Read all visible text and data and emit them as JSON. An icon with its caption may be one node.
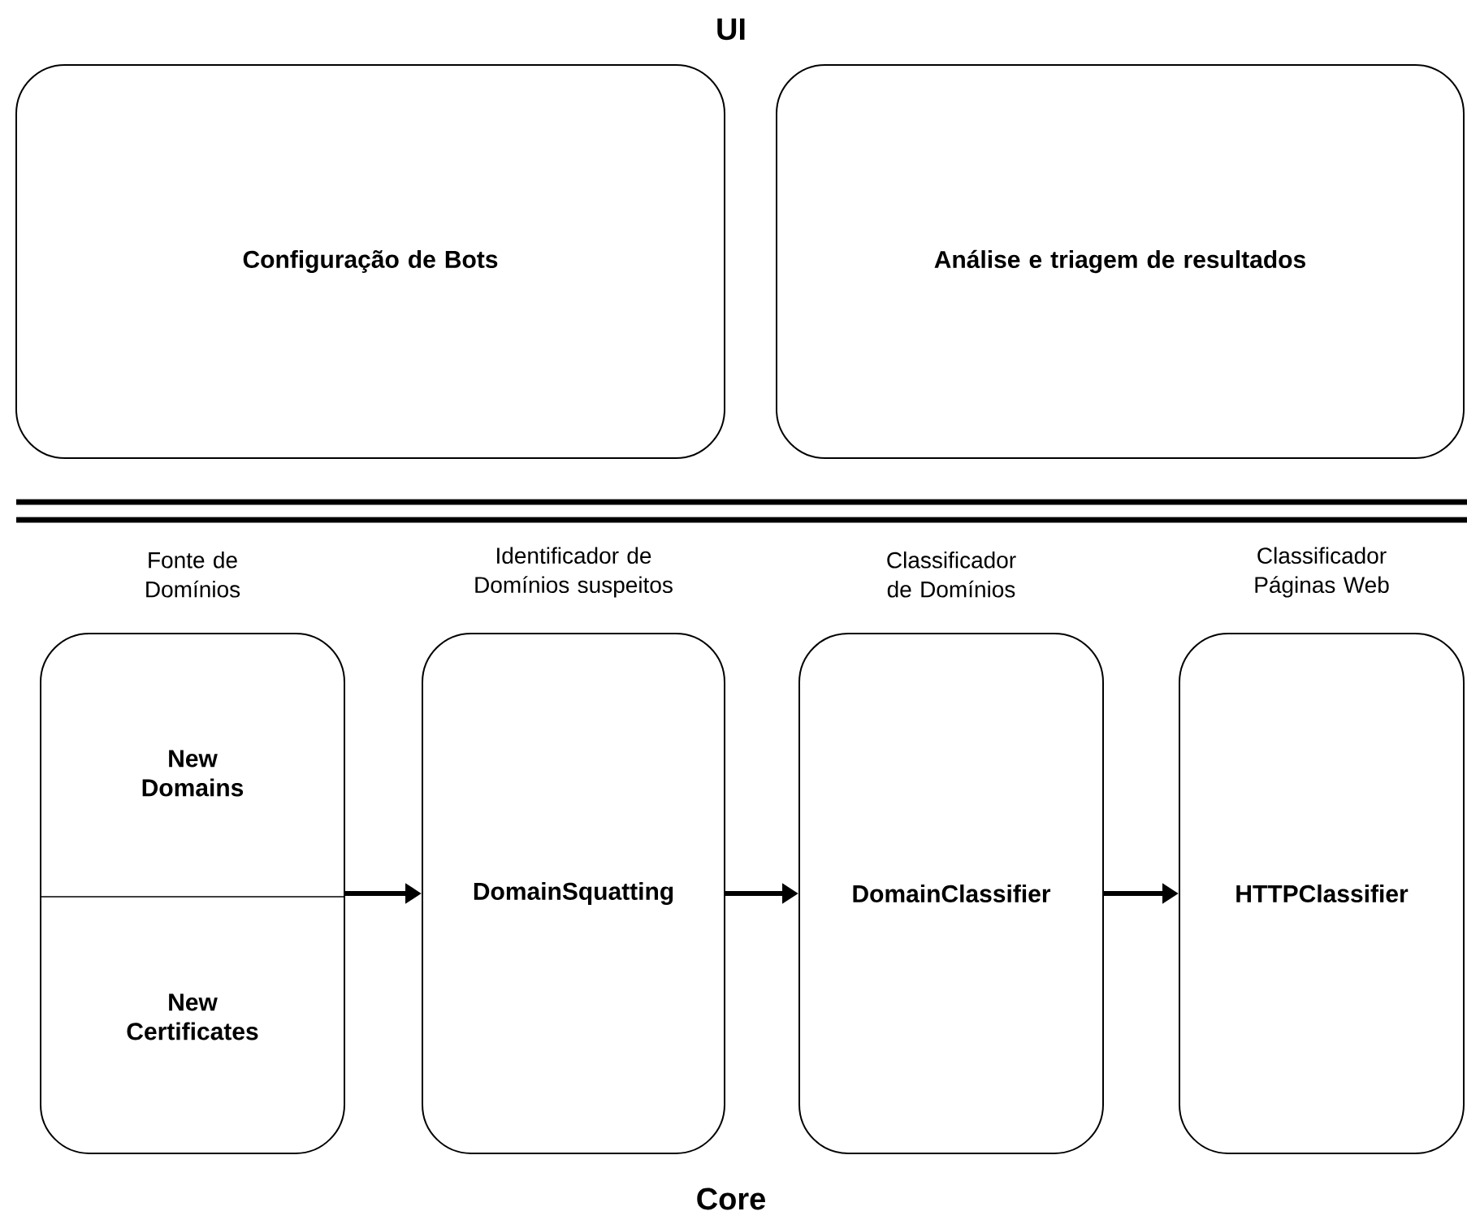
{
  "diagram": {
    "nodes": [
      {
        "text": [
          "Configuração de Bots"
        ]
      },
      {
        "text": [
          "Análise e triagem de resultados"
        ]
      },
      {
        "text": [],
        "shape": "box",
        "beside": [
          "Fonte de Domínios"
        ]
      },
      {
        "text": [
          "New Domains"
        ],
        "in": 2
      },
      {
        "text": [
          "New Certificates"
        ],
        "in": 2
      },
      {
        "text": [
          "DomainSquatting"
        ],
        "beside": [
          "Identificador de Domínios suspeitos"
        ]
      },
      {
        "text": [
          "DomainClassifier"
        ],
        "beside": [
          "Classificador de Domínios"
        ]
      },
      {
        "text": [
          "HTTPClassifier"
        ],
        "beside": [
          "Classificador Páginas Web"
        ]
      }
    ],
    "edges": [
      {
        "from": 2,
        "to": 5,
        "arrow": "to"
      },
      {
        "from": 5,
        "to": 6,
        "arrow": "to"
      },
      {
        "from": 6,
        "to": 7,
        "arrow": "to"
      }
    ],
    "labels": [
      "UI",
      "Core"
    ]
  }
}
